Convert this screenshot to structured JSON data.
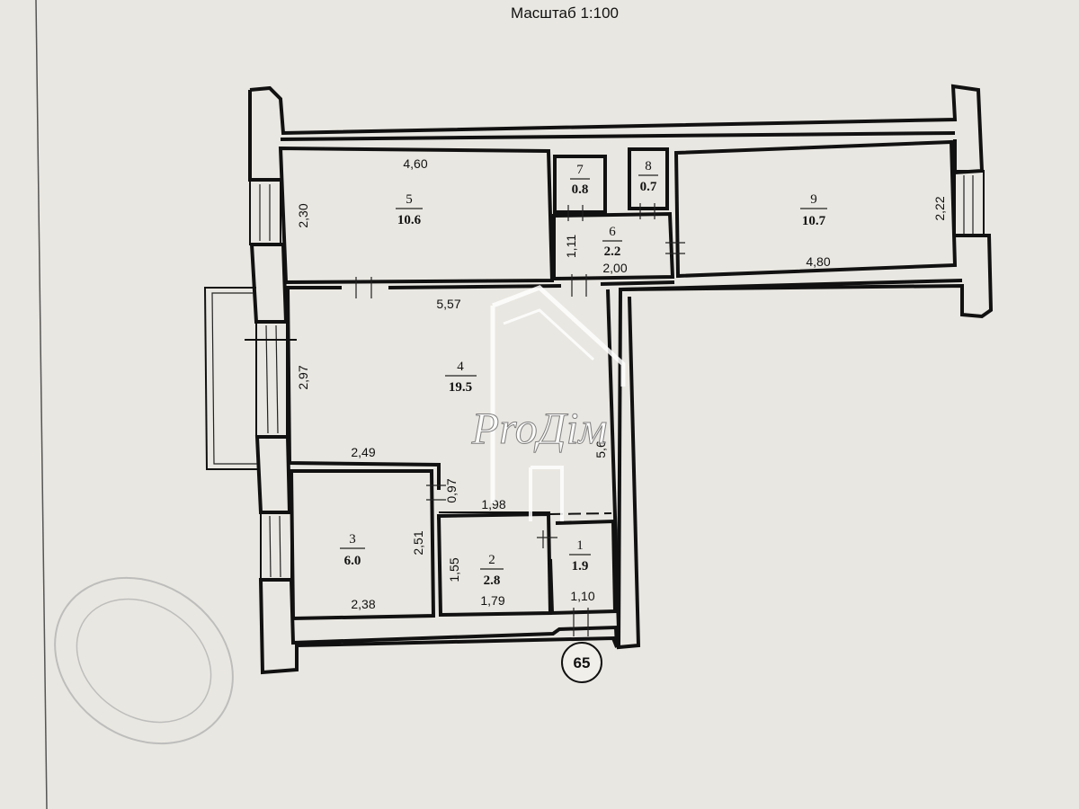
{
  "title": "Масштаб 1:100",
  "watermark": "ProДім",
  "apartment_number": "65",
  "rooms": [
    {
      "id": "room-1",
      "number": "1",
      "area": "1.9"
    },
    {
      "id": "room-2",
      "number": "2",
      "area": "2.8"
    },
    {
      "id": "room-3",
      "number": "3",
      "area": "6.0"
    },
    {
      "id": "room-4",
      "number": "4",
      "area": "19.5"
    },
    {
      "id": "room-5",
      "number": "5",
      "area": "10.6"
    },
    {
      "id": "room-6",
      "number": "6",
      "area": "2.2"
    },
    {
      "id": "room-7",
      "number": "7",
      "area": "0.8"
    },
    {
      "id": "room-8",
      "number": "8",
      "area": "0.7"
    },
    {
      "id": "room-9",
      "number": "9",
      "area": "10.7"
    }
  ],
  "dimensions": [
    "4,60",
    "2,30",
    "5,57",
    "2,97",
    "2,49",
    "0,97",
    "1,98",
    "2,51",
    "2,38",
    "1,55",
    "1,79",
    "1,10",
    "1,11",
    "2,00",
    "2,22",
    "4,80",
    "5,6"
  ],
  "colors": {
    "paper": "#e9e7e1",
    "ink": "#111111",
    "stamp": "#9a9c9e",
    "watermark": "#ffffff"
  }
}
